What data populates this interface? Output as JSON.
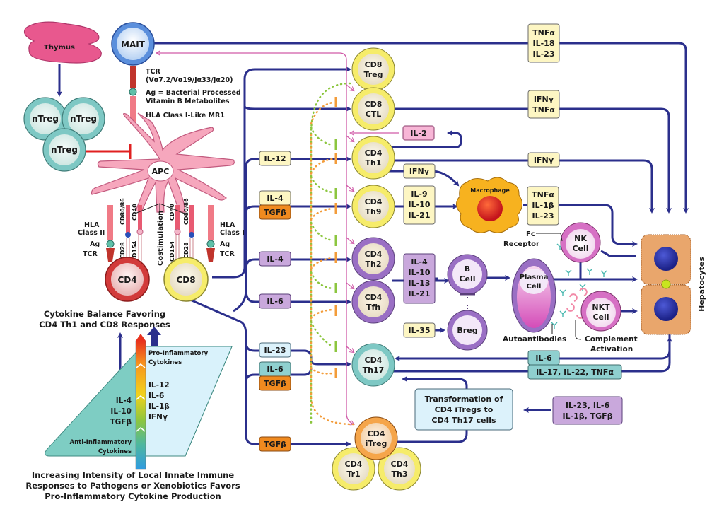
{
  "title": "Immune cell cytokine network targeting hepatocytes",
  "colors": {
    "line": "#2b2f8c",
    "pink_line": "#d05aa8",
    "inhibit": "#e02020",
    "yellow_box": "#fdf6c3",
    "purple_box": "#c9a8dc",
    "teal_box": "#8fd0cf",
    "orange_box": "#f08a1f",
    "light_blue_box": "#dcf2fb",
    "pink_box": "#f7b6d6",
    "hepatocyte": "#e9a66c"
  },
  "left": {
    "thymus": "Thymus",
    "ntreg": [
      "nTreg",
      "nTreg",
      "nTreg"
    ],
    "mait": "MAIT",
    "mait_annotations": {
      "tcr": "TCR",
      "tcr_detail": "(Vα7.2/Vα19/Jα33/Jα20)",
      "ag_line1": "Ag = Bacterial Processed",
      "ag_line2": "Vitamin B Metabolites",
      "mr1": "HLA Class I-Like MR1"
    },
    "apc": "APC",
    "apc_left": {
      "hla": "HLA",
      "hla_class": "Class II",
      "ag": "Ag",
      "tcr": "TCR"
    },
    "apc_right": {
      "hla": "HLA",
      "hla_class": "Class I",
      "ag": "Ag",
      "tcr": "TCR"
    },
    "costim_labels": [
      "CD80/86",
      "CD40",
      "CD40",
      "CD80/86"
    ],
    "costim_t_labels": [
      "CD28",
      "CD154",
      "CD154",
      "CD28"
    ],
    "costimulation": "Costimulation",
    "cd4": "CD4",
    "cd8": "CD8",
    "balance_caption": [
      "Cytokine Balance Favoring",
      "CD4 Th1 and CD8 Responses"
    ],
    "pro_label": [
      "Pro-Inflammatory",
      "Cytokines"
    ],
    "pro_cytokines": [
      "IL-12",
      "IL-6",
      "IL-1β",
      "IFNγ"
    ],
    "anti_cytokines": [
      "IL-4",
      "IL-10",
      "TGFβ"
    ],
    "anti_label": [
      "Anti-Inflammatory",
      "Cytokines"
    ],
    "bottom_caption": [
      "Increasing Intensity of Local Innate Immune",
      "Responses to Pathogens or Xenobiotics Favors",
      "Pro-Inflammatory Cytokine Production"
    ]
  },
  "inputs": {
    "il12": "IL-12",
    "il4_a": "IL-4",
    "tgfb_a": "TGFβ",
    "il4_b": "IL-4",
    "il6_a": "IL-6",
    "il23": "IL-23",
    "il6_b": "IL-6",
    "tgfb_b": "TGFβ",
    "tgfb_c": "TGFβ"
  },
  "cells": {
    "cd8treg": [
      "CD8",
      "Treg"
    ],
    "cd8ctl": [
      "CD8",
      "CTL"
    ],
    "th1": [
      "CD4",
      "Th1"
    ],
    "th9": [
      "CD4",
      "Th9"
    ],
    "th2": [
      "CD4",
      "Th2"
    ],
    "tfh": [
      "CD4",
      "Tfh"
    ],
    "th17": [
      "CD4",
      "Th17"
    ],
    "itreg": [
      "CD4",
      "iTreg"
    ],
    "tr1": [
      "CD4",
      "Tr1"
    ],
    "th3": [
      "CD4",
      "Th3"
    ],
    "macrophage": "Macrophage",
    "bcell": [
      "B",
      "Cell"
    ],
    "breg": "Breg",
    "plasma": [
      "Plasma",
      "Cell"
    ],
    "nk": [
      "NK",
      "Cell"
    ],
    "nkt": [
      "NKT",
      "Cell"
    ],
    "hepatocytes": "Hepatocytes"
  },
  "outputs": {
    "mait_out": [
      "TNFα",
      "IL-18",
      "IL-23"
    ],
    "ctl_out": [
      "IFNγ",
      "TNFα"
    ],
    "il2": "IL-2",
    "th1_out": "IFNγ",
    "th1_mac": "IFNγ",
    "th9_out": [
      "IL-9",
      "IL-10",
      "IL-21"
    ],
    "mac_out": [
      "TNFα",
      "IL-1β",
      "IL-23"
    ],
    "th2_out": [
      "IL-4",
      "IL-10",
      "IL-13",
      "IL-21"
    ],
    "il35": "IL-35",
    "il6_back": "IL-6",
    "th17_out": "IL-17, IL-22, TNFα",
    "transformation": [
      "Transformation of",
      "CD4 iTregs to",
      "CD4 Th17 cells"
    ],
    "transform_inputs": [
      "IL-23, IL-6",
      "IL-1β, TGFβ"
    ]
  },
  "annotations": {
    "fc": "Fc",
    "receptor": "Receptor",
    "autoantibodies": "Autoantibodies",
    "complement": [
      "Complement",
      "Activation"
    ]
  }
}
